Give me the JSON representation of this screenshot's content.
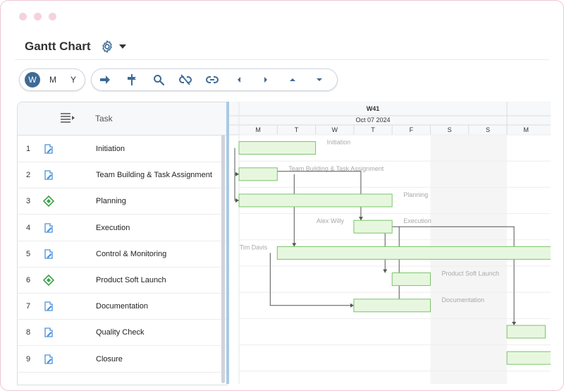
{
  "page": {
    "title": "Gantt Chart"
  },
  "zoom": {
    "options": [
      "W",
      "M",
      "Y"
    ],
    "active": "W"
  },
  "toolbar": {
    "icons": [
      "arrow-right-icon",
      "milestone-icon",
      "search-icon",
      "unlink-icon",
      "link-icon",
      "chevron-left-icon",
      "chevron-right-icon",
      "chevron-up-icon",
      "chevron-down-icon"
    ]
  },
  "grid": {
    "header": "Task",
    "rows": [
      {
        "num": "1",
        "name": "Initiation",
        "type": "task"
      },
      {
        "num": "2",
        "name": "Team Building & Task Assignment",
        "type": "task"
      },
      {
        "num": "3",
        "name": "Planning",
        "type": "milestone"
      },
      {
        "num": "4",
        "name": "Execution",
        "type": "task"
      },
      {
        "num": "5",
        "name": "Control & Monitoring",
        "type": "task"
      },
      {
        "num": "6",
        "name": "Product Soft Launch",
        "type": "milestone"
      },
      {
        "num": "7",
        "name": "Documentation",
        "type": "task"
      },
      {
        "num": "8",
        "name": "Quality Check",
        "type": "task"
      },
      {
        "num": "9",
        "name": "Closure",
        "type": "task"
      }
    ]
  },
  "timeline": {
    "week": "W41",
    "date": "Oct 07 2024",
    "days": [
      "M",
      "T",
      "W",
      "T",
      "F",
      "S",
      "S",
      "M"
    ]
  },
  "bars": [
    {
      "row": 0,
      "start": 0,
      "end": 2,
      "label": "Initiation",
      "left_label": ""
    },
    {
      "row": 1,
      "start": 0,
      "end": 1,
      "label": "Team Building & Task Assignment",
      "left_label": ""
    },
    {
      "row": 2,
      "start": 0,
      "end": 4,
      "label": "Planning",
      "left_label": ""
    },
    {
      "row": 3,
      "start": 3,
      "end": 4,
      "label": "Execution",
      "left_label": "Alex Willy"
    },
    {
      "row": 4,
      "start": 1,
      "end": 8.5,
      "label": "",
      "left_label": "Tim Davis"
    },
    {
      "row": 5,
      "start": 4,
      "end": 5,
      "label": "Product Soft Launch",
      "left_label": ""
    },
    {
      "row": 6,
      "start": 3,
      "end": 5,
      "label": "Documentation",
      "left_label": ""
    },
    {
      "row": 7,
      "start": 7,
      "end": 8,
      "label": "",
      "left_label": ""
    },
    {
      "row": 8,
      "start": 7,
      "end": 8.5,
      "label": "",
      "left_label": ""
    }
  ],
  "colors": {
    "bar_fill": "#e7f7df",
    "bar_stroke": "#79c46a",
    "accent": "#3e6b96",
    "weekend": "#f5f5f5",
    "milestone": "#3aa24a",
    "task_icon": "#4a90d9"
  }
}
